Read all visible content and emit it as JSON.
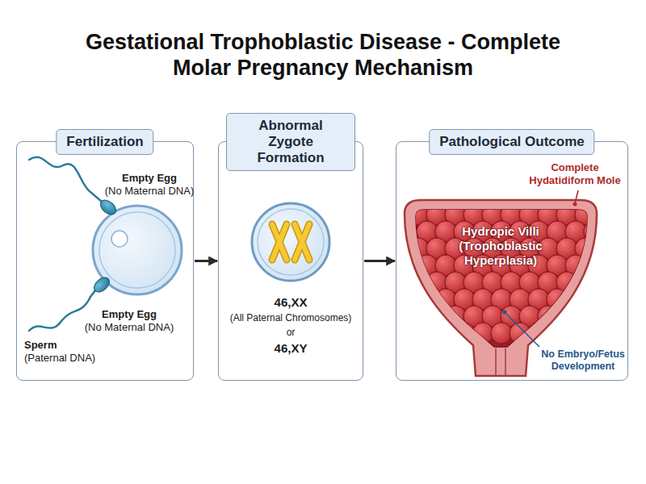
{
  "diagram": {
    "title": "Gestational Trophoblastic Disease - Complete Molar Pregnancy Mechanism",
    "nodes": [
      {
        "text": [
          "Fertilization"
        ]
      },
      {
        "text": [
          "Abnormal Zygote Formation"
        ]
      },
      {
        "text": [
          "Pathological Outcome"
        ]
      }
    ],
    "edges": [
      {
        "from": 0,
        "to": 1,
        "arrow": "to"
      },
      {
        "from": 1,
        "to": 2,
        "arrow": "to"
      }
    ],
    "labels": [
      "Empty Egg",
      "(No Maternal DNA)",
      "Empty Egg",
      "(No Maternal DNA)",
      "Sperm",
      "(Paternal DNA)",
      "46,XX",
      "(All Paternal Chromosomes)",
      "or",
      "46,XY",
      "Complete Hydatidiform Mole",
      "Hydropic Villi (Trophoblastic Hyperplasia)",
      "No Embryo/Fetus Development"
    ]
  }
}
